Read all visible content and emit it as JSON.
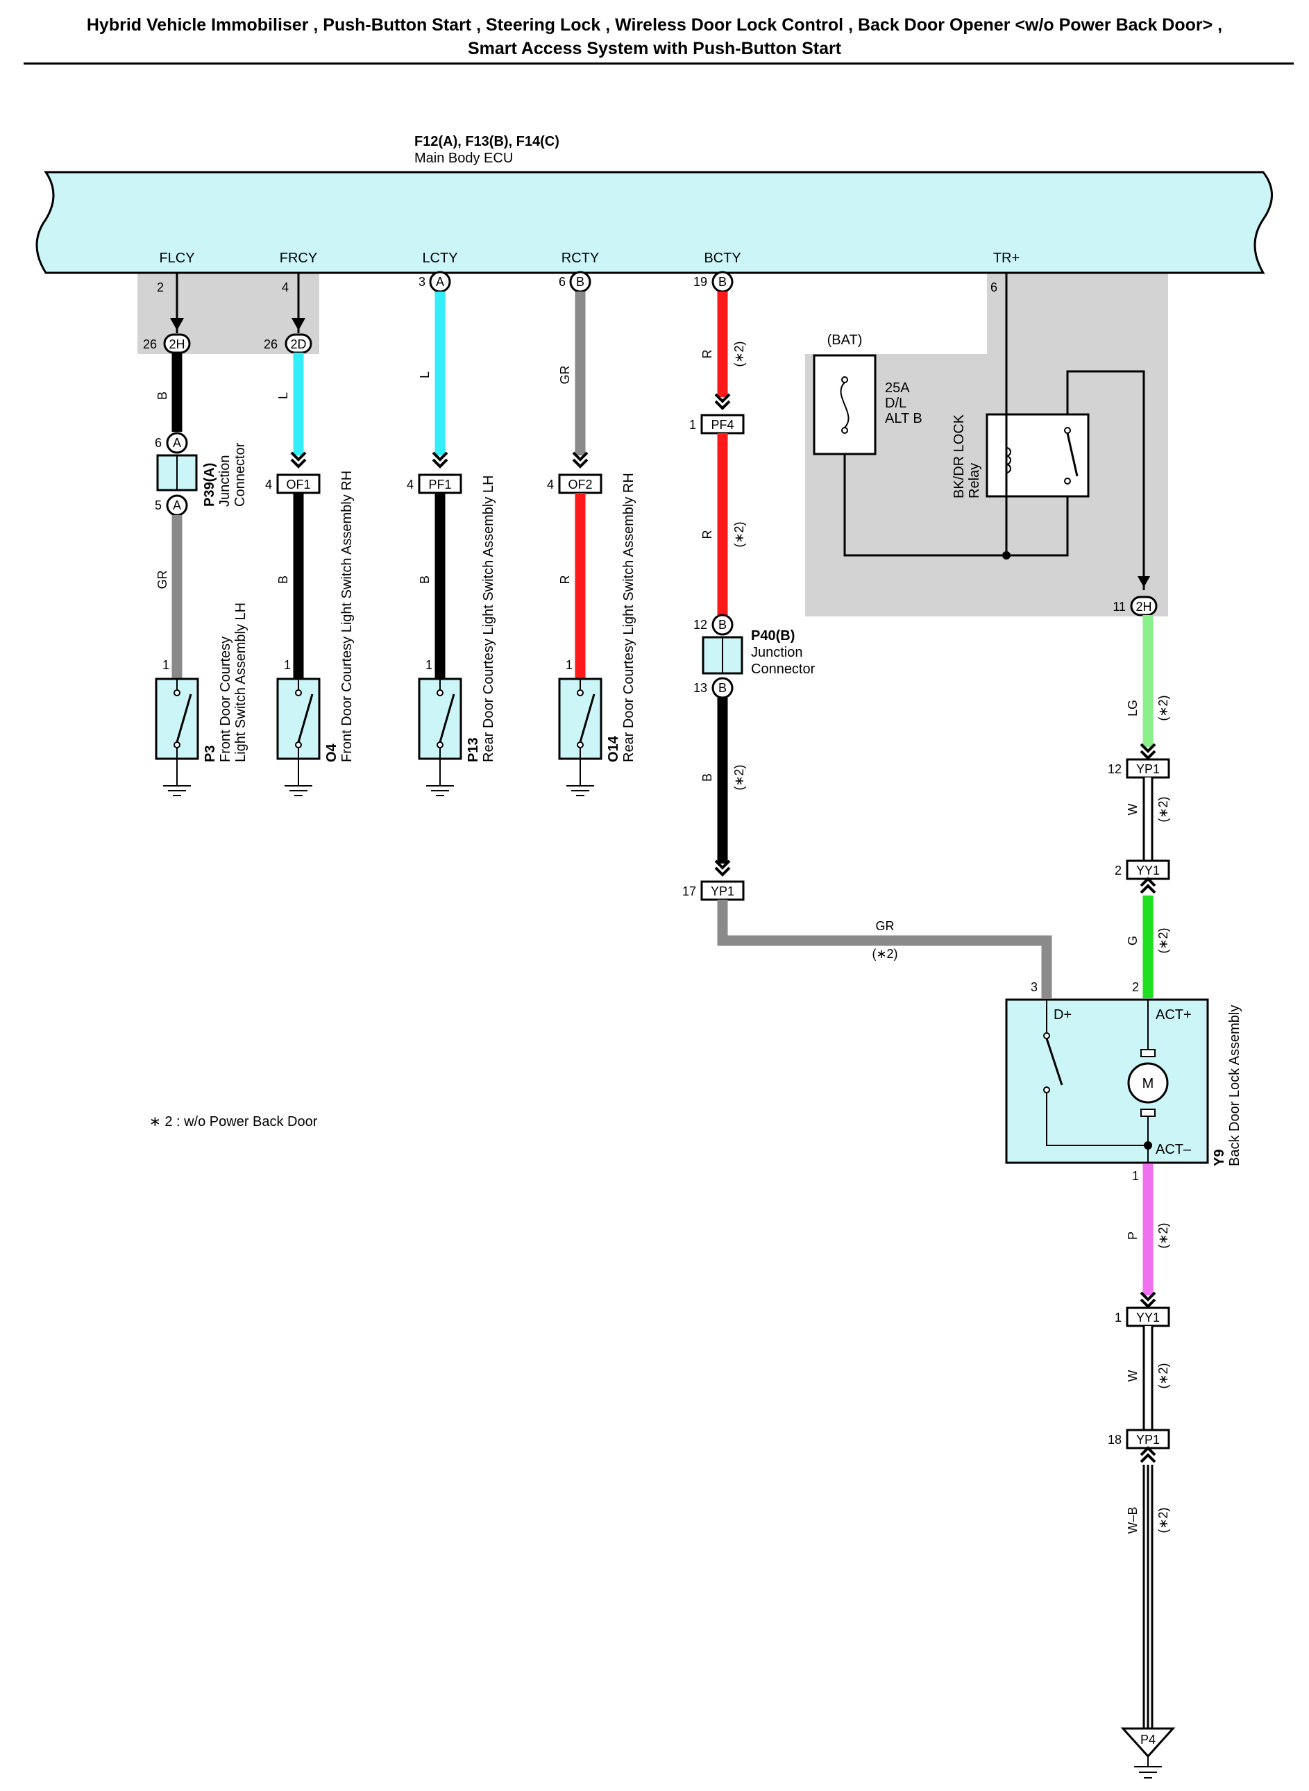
{
  "title": {
    "line1": "Hybrid Vehicle Immobiliser , Push-Button Start , Steering Lock , Wireless Door Lock Control , Back Door Opener <w/o Power Back Door> ,",
    "line2": "Smart Access System with Push-Button Start"
  },
  "colors": {
    "ecu_fill": "#ccf5f8",
    "shade": "#d3d3d3",
    "wire_B": "#000000",
    "wire_L": "#33eef8",
    "wire_GR": "#8a8a8a",
    "wire_R": "#ff1a1a",
    "wire_LG": "#8af08a",
    "wire_G": "#1ee01e",
    "wire_P": "#f070f0",
    "wire_W": "#ffffff"
  },
  "ecu": {
    "ref": "F12(A), F13(B), F14(C)",
    "name": "Main Body ECU",
    "terminals": {
      "flcy": "FLCY",
      "frcy": "FRCY",
      "lcty": "LCTY",
      "rcty": "RCTY",
      "bcty": "BCTY",
      "trp": "TR+"
    }
  },
  "pins": {
    "flcy": "2",
    "frcy": "4",
    "lcty": "3",
    "rcty": "6",
    "bcty": "19",
    "trp": "6",
    "flcy_2h": "26",
    "frcy_2d": "26",
    "p39_top": "6",
    "p39_bot": "5",
    "of1": "4",
    "pf1": "4",
    "of2": "4",
    "pf4": "1",
    "p40_top": "12",
    "p40_bot": "13",
    "yp1_bcty": "17",
    "sw_p3": "1",
    "sw_o4": "1",
    "sw_p13": "1",
    "sw_o14": "1",
    "trp_2h": "11",
    "yp1_lg": "12",
    "yy1_w": "2",
    "y9_gr": "3",
    "y9_g": "2",
    "y9_p": "1",
    "yy1_p": "1",
    "yp1_w": "18"
  },
  "badges": {
    "a": "A",
    "b": "B",
    "h2": "2H",
    "d2": "2D"
  },
  "connectors": {
    "of1": "OF1",
    "pf1": "PF1",
    "of2": "OF2",
    "pf4": "PF4",
    "yp1": "YP1",
    "yy1": "YY1"
  },
  "wires": {
    "b": "B",
    "gr": "GR",
    "l": "L",
    "r": "R",
    "lg": "LG",
    "w": "W",
    "g": "G",
    "p": "P",
    "wb": "W–B"
  },
  "note_code": "(∗2)",
  "junctions": {
    "p39_ref": "P39(A)",
    "p39_l1": "Junction",
    "p39_l2": "Connector",
    "p40_ref": "P40(B)",
    "p40_l1": "Junction",
    "p40_l2": "Connector"
  },
  "switches": {
    "p3_ref": "P3",
    "p3_l1": "Front Door Courtesy",
    "p3_l2": "Light Switch Assembly LH",
    "o4_ref": "O4",
    "o4_l1": "Front Door Courtesy Light Switch Assembly RH",
    "p13_ref": "P13",
    "p13_l1": "Rear Door Courtesy Light Switch Assembly LH",
    "o14_ref": "O14",
    "o14_l1": "Rear Door Courtesy Light Switch Assembly RH"
  },
  "fuse": {
    "bat": "(BAT)",
    "amp": "25A",
    "l1": "D/L",
    "l2": "ALT B"
  },
  "relay": {
    "l1": "BK/DR LOCK",
    "l2": "Relay"
  },
  "actuator": {
    "ref": "Y9",
    "name": "Back Door Lock Assembly",
    "dplus": "D+",
    "actplus": "ACT+",
    "actminus": "ACT–",
    "motor": "M"
  },
  "ground": {
    "p4": "P4"
  },
  "footnote": "∗ 2 : w/o Power Back Door"
}
